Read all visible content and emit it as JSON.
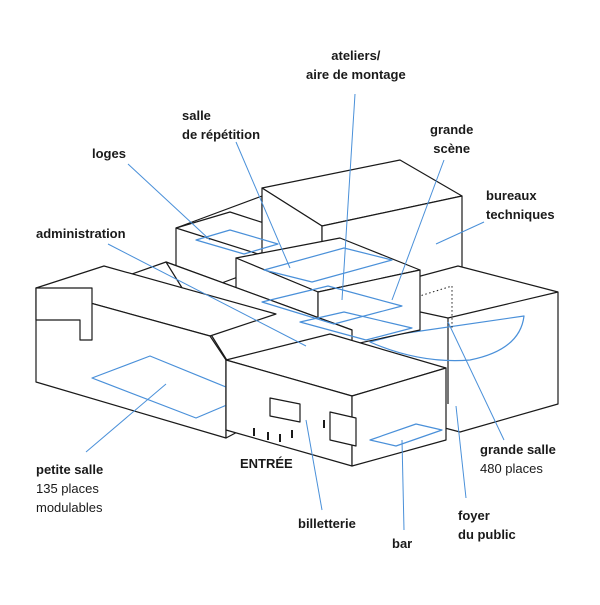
{
  "labels": {
    "ateliers": [
      "ateliers/",
      "aire de montage"
    ],
    "salle_repetition": [
      "salle",
      "de répétition"
    ],
    "grande_scene": [
      "grande",
      "scène"
    ],
    "loges": [
      "loges"
    ],
    "bureaux": [
      "bureaux",
      "techniques"
    ],
    "administration": [
      "administration"
    ],
    "petite_salle": [
      "petite salle",
      "135 places",
      "modulables"
    ],
    "entree": [
      "ENTRÉE"
    ],
    "grande_salle": [
      "grande salle",
      "480 places"
    ],
    "foyer": [
      "foyer",
      "du public"
    ],
    "billetterie": [
      "billetterie"
    ],
    "bar": [
      "bar"
    ]
  },
  "colors": {
    "outline": "#1a1a1a",
    "room": "#4a90d9"
  }
}
